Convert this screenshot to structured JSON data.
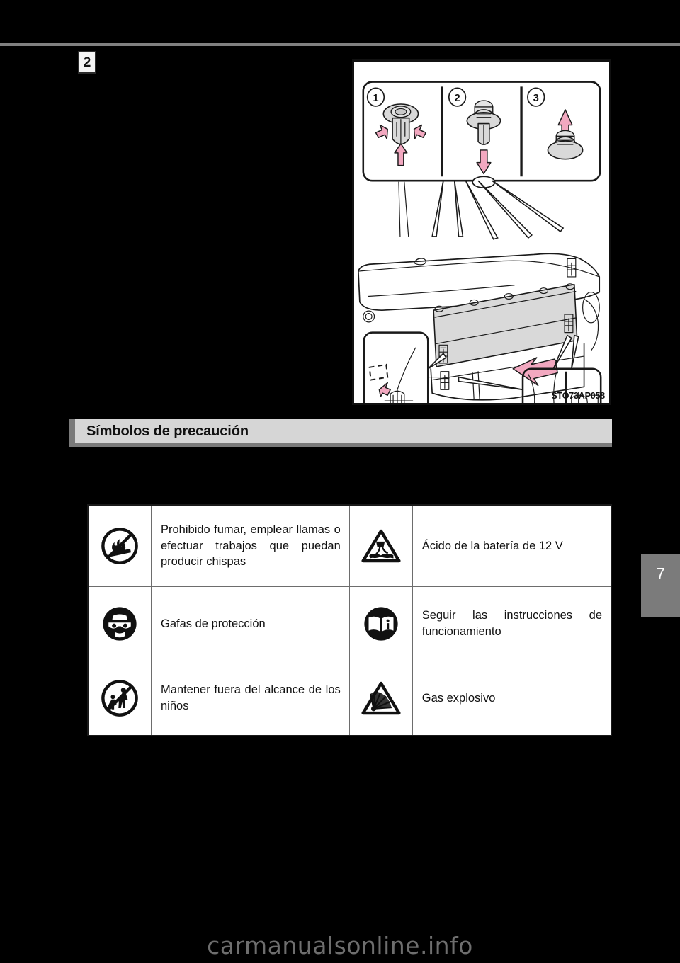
{
  "page": {
    "chapter_tab": "7",
    "watermark": "carmanualsonline.info",
    "step_marker": "2"
  },
  "illustration": {
    "figure_code": "STO73AP058",
    "callouts": [
      "1",
      "2",
      "3"
    ],
    "name": "clip-removal-and-deck-board-installation-diagram"
  },
  "section": {
    "heading": "Símbolos de precaución"
  },
  "symbols_table": {
    "rows": [
      {
        "left": {
          "icon": "no-smoking-no-flames-no-sparks-icon",
          "text": "Prohibido fumar, emplear llamas o efectuar trabajos que puedan producir chispas"
        },
        "right": {
          "icon": "battery-acid-warning-icon",
          "text": "Ácido de la batería de 12 V"
        }
      },
      {
        "left": {
          "icon": "eye-protection-icon",
          "text": "Gafas de protección"
        },
        "right": {
          "icon": "read-operating-instructions-icon",
          "text": "Seguir las instrucciones de funcionamiento"
        }
      },
      {
        "left": {
          "icon": "keep-away-from-children-icon",
          "text": "Mantener fuera del alcance de los niños"
        },
        "right": {
          "icon": "explosive-gas-warning-icon",
          "text": "Gas explosivo"
        }
      }
    ]
  },
  "colors": {
    "page_background": "#000000",
    "rule": "#808080",
    "heading_bar": "#d6d6d6",
    "heading_accent": "#7a7a7a",
    "tab": "#7b7b7b",
    "arrow_pink": "#f2a8c0",
    "panel_gray": "#d9d9d9"
  }
}
